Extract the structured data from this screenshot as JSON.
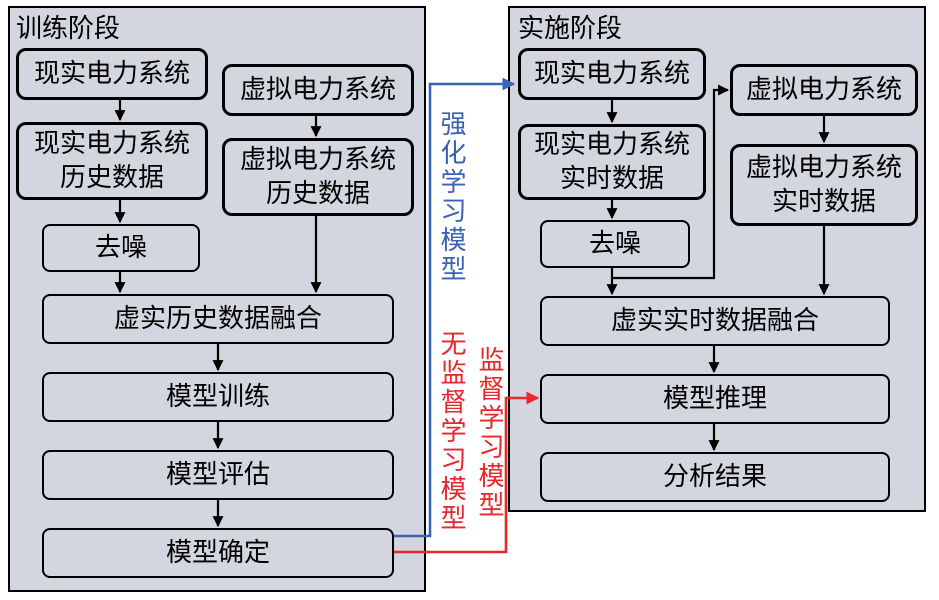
{
  "training": {
    "title": "训练阶段",
    "real_system": "现实电力系统",
    "virtual_system": "虚拟电力系统",
    "real_history": "现实电力系统\n历史数据",
    "virtual_history": "虚拟电力系统\n历史数据",
    "denoise": "去噪",
    "fusion": "虚实历史数据融合",
    "train": "模型训练",
    "evaluate": "模型评估",
    "confirm": "模型确定"
  },
  "implementation": {
    "title": "实施阶段",
    "real_system": "现实电力系统",
    "virtual_system": "虚拟电力系统",
    "real_realtime": "现实电力系统\n实时数据",
    "virtual_realtime": "虚拟电力系统\n实时数据",
    "denoise": "去噪",
    "fusion": "虚实实时数据融合",
    "inference": "模型推理",
    "result": "分析结果"
  },
  "links": {
    "reinforcement": "强化学习模型",
    "unsupervised": "无监督学习模型",
    "supervised": "监督学习模型"
  },
  "colors": {
    "panel_fill": "#d3d6df",
    "reinforcement": "#3a62b5",
    "unsupervised": "#e8262b",
    "supervised": "#e8262b"
  }
}
